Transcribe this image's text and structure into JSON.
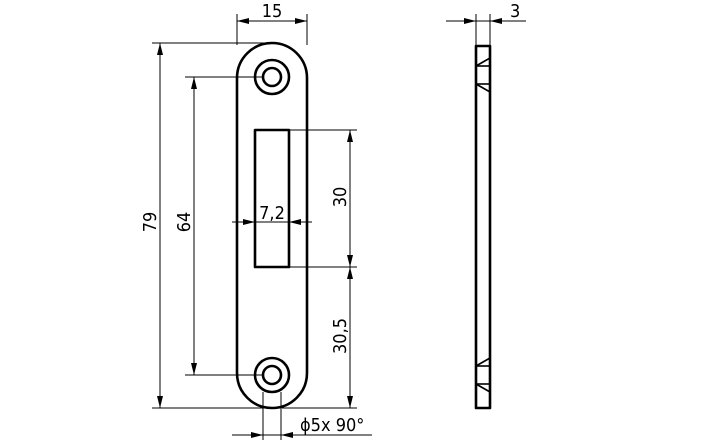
{
  "dimensions": {
    "width_top": "15",
    "thickness": "3",
    "overall_length": "79",
    "hole_spacing": "64",
    "slot_width": "7,2",
    "slot_length": "30",
    "slot_to_hole": "30,5",
    "countersink": "ϕ5x 90°"
  }
}
